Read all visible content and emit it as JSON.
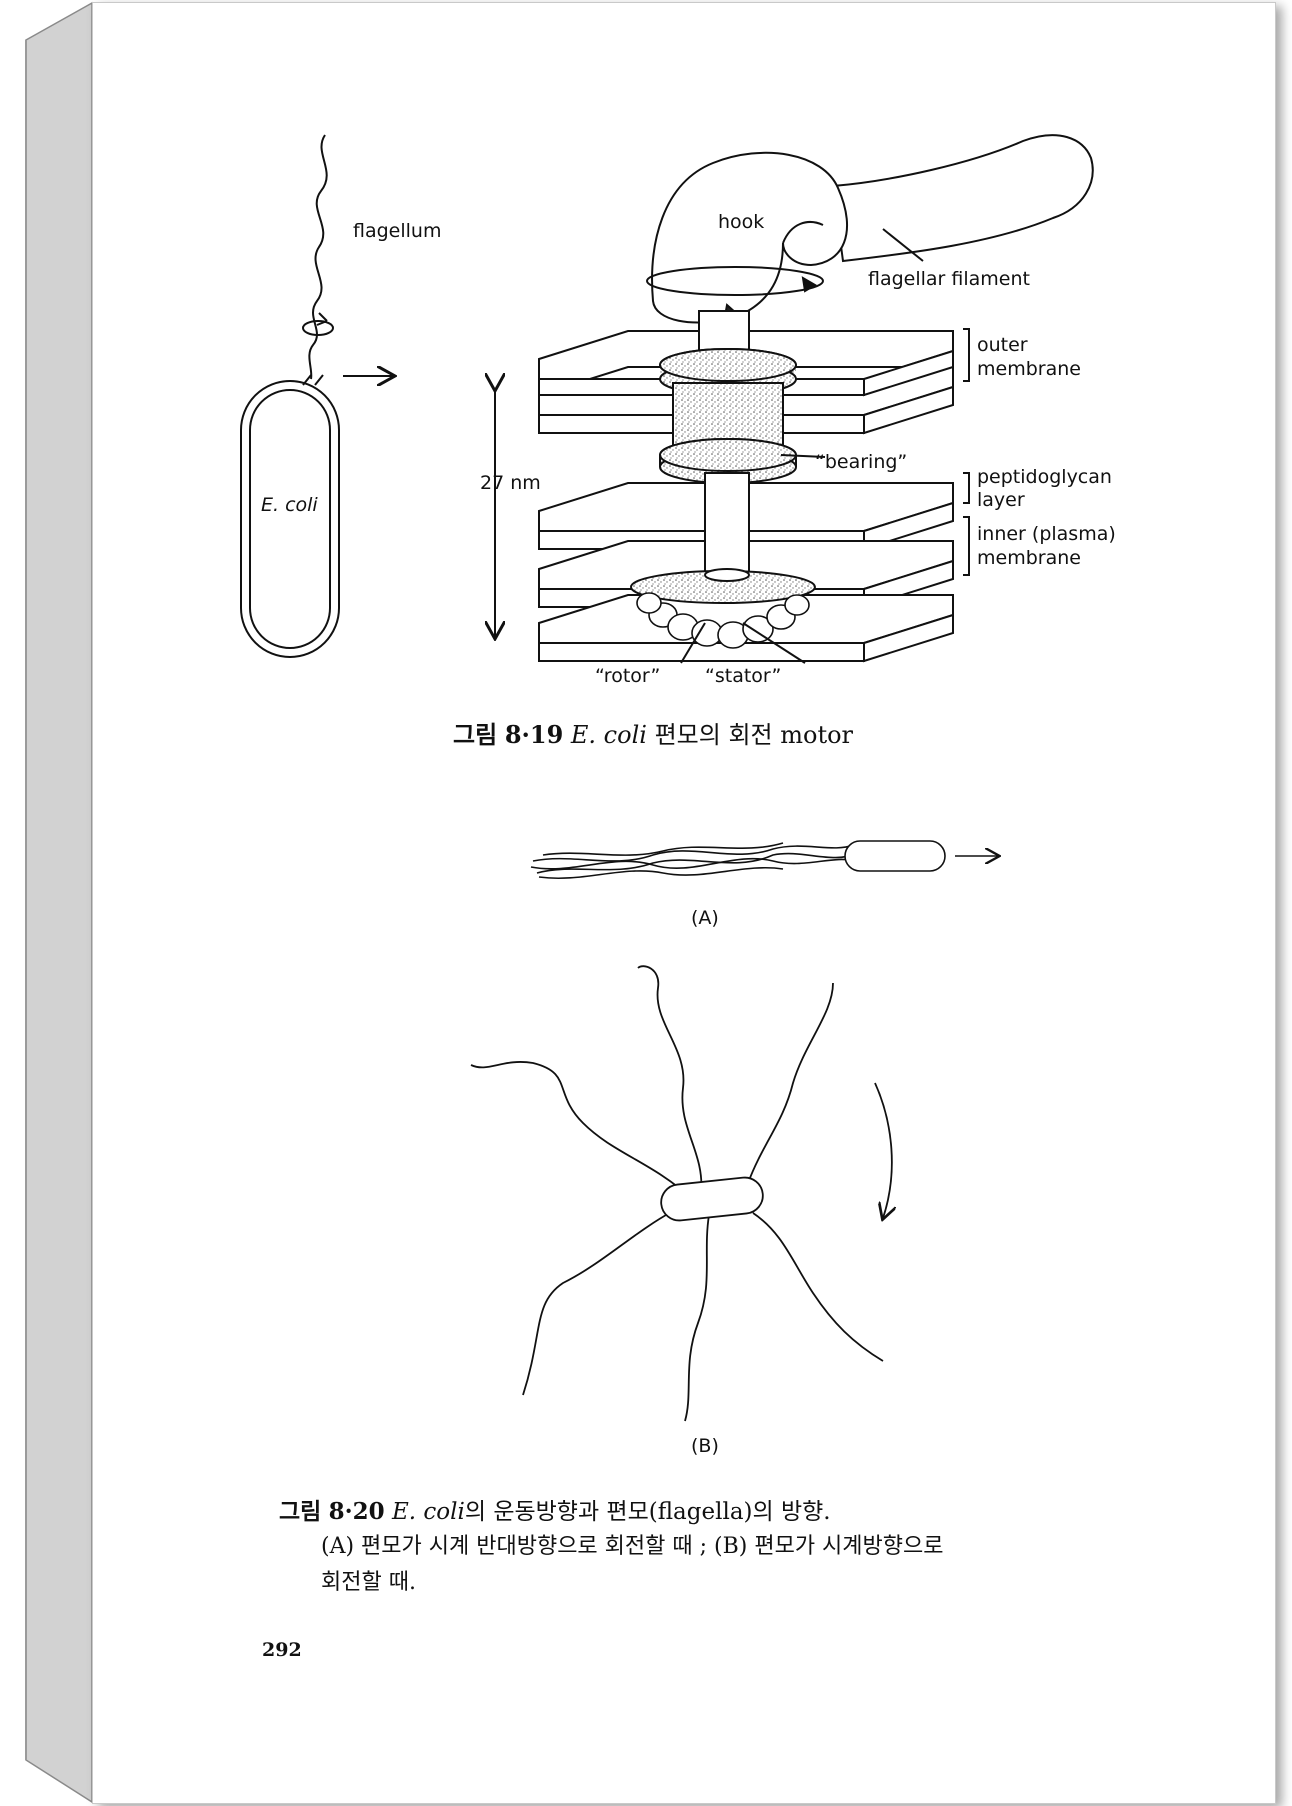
{
  "figure_8_19": {
    "labels": {
      "flagellum": "flagellum",
      "ecoli": "E. coli",
      "hook": "hook",
      "flagellar_filament": "flagellar filament",
      "outer": "outer",
      "membrane": "membrane",
      "bearing": "“bearing”",
      "size": "27 nm",
      "peptidoglycan": "peptidoglycan",
      "layer": "layer",
      "inner": "inner (plasma)",
      "membrane2": "membrane",
      "rotor": "“rotor”",
      "stator": "“stator”"
    },
    "caption": {
      "prefix": "그림",
      "number": "8·19",
      "species": "E. coli",
      "text": "편모의 회전 motor"
    }
  },
  "figure_8_20": {
    "panel_a": "(A)",
    "panel_b": "(B)",
    "caption": {
      "prefix": "그림",
      "number": "8·20",
      "species": "E. coli",
      "text": "의 운동방향과 편모(flagella)의 방향.",
      "line2": "(A) 편모가 시계 반대방향으로 회전할 때 ; (B) 편모가 시계방향으로",
      "line3": "회전할 때."
    }
  },
  "page_number": "292",
  "colors": {
    "ink": "#111111",
    "spine": "#cfcfcf",
    "paper": "#ffffff"
  }
}
